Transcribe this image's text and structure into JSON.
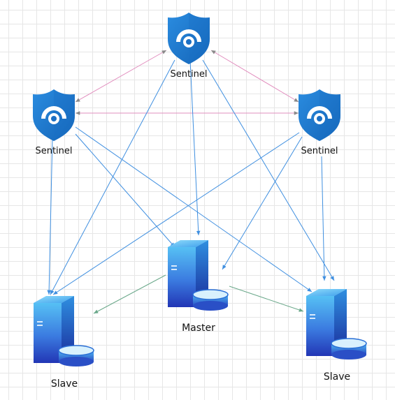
{
  "nodes": {
    "sentinel_top": {
      "label": "Sentinel",
      "icon": "shield-eye-icon"
    },
    "sentinel_left": {
      "label": "Sentinel",
      "icon": "shield-eye-icon"
    },
    "sentinel_right": {
      "label": "Sentinel",
      "icon": "shield-eye-icon"
    },
    "master": {
      "label": "Master",
      "icon": "server-database-icon"
    },
    "slave_left": {
      "label": "Slave",
      "icon": "server-database-icon"
    },
    "slave_right": {
      "label": "Slave",
      "icon": "server-database-icon"
    }
  },
  "edges": [
    {
      "from": "sentinel_top",
      "to": "sentinel_left",
      "kind": "sentinel-link",
      "bidirectional": true
    },
    {
      "from": "sentinel_top",
      "to": "sentinel_right",
      "kind": "sentinel-link",
      "bidirectional": true
    },
    {
      "from": "sentinel_left",
      "to": "sentinel_right",
      "kind": "sentinel-link",
      "bidirectional": true
    },
    {
      "from": "sentinel_top",
      "to": "master",
      "kind": "monitor"
    },
    {
      "from": "sentinel_top",
      "to": "slave_left",
      "kind": "monitor"
    },
    {
      "from": "sentinel_top",
      "to": "slave_right",
      "kind": "monitor"
    },
    {
      "from": "sentinel_left",
      "to": "master",
      "kind": "monitor"
    },
    {
      "from": "sentinel_left",
      "to": "slave_left",
      "kind": "monitor"
    },
    {
      "from": "sentinel_left",
      "to": "slave_right",
      "kind": "monitor"
    },
    {
      "from": "sentinel_right",
      "to": "master",
      "kind": "monitor"
    },
    {
      "from": "sentinel_right",
      "to": "slave_left",
      "kind": "monitor"
    },
    {
      "from": "sentinel_right",
      "to": "slave_right",
      "kind": "monitor"
    },
    {
      "from": "master",
      "to": "slave_left",
      "kind": "replication"
    },
    {
      "from": "master",
      "to": "slave_right",
      "kind": "replication"
    }
  ],
  "colors": {
    "sentinel-link": "#e28fbf",
    "monitor": "#3f8fe0",
    "replication": "#6aa88a",
    "shield": "#1e7dd2",
    "shield_light": "#3d9be8",
    "server_top": "#4fb2f0",
    "server_bottom": "#1f3db8"
  }
}
